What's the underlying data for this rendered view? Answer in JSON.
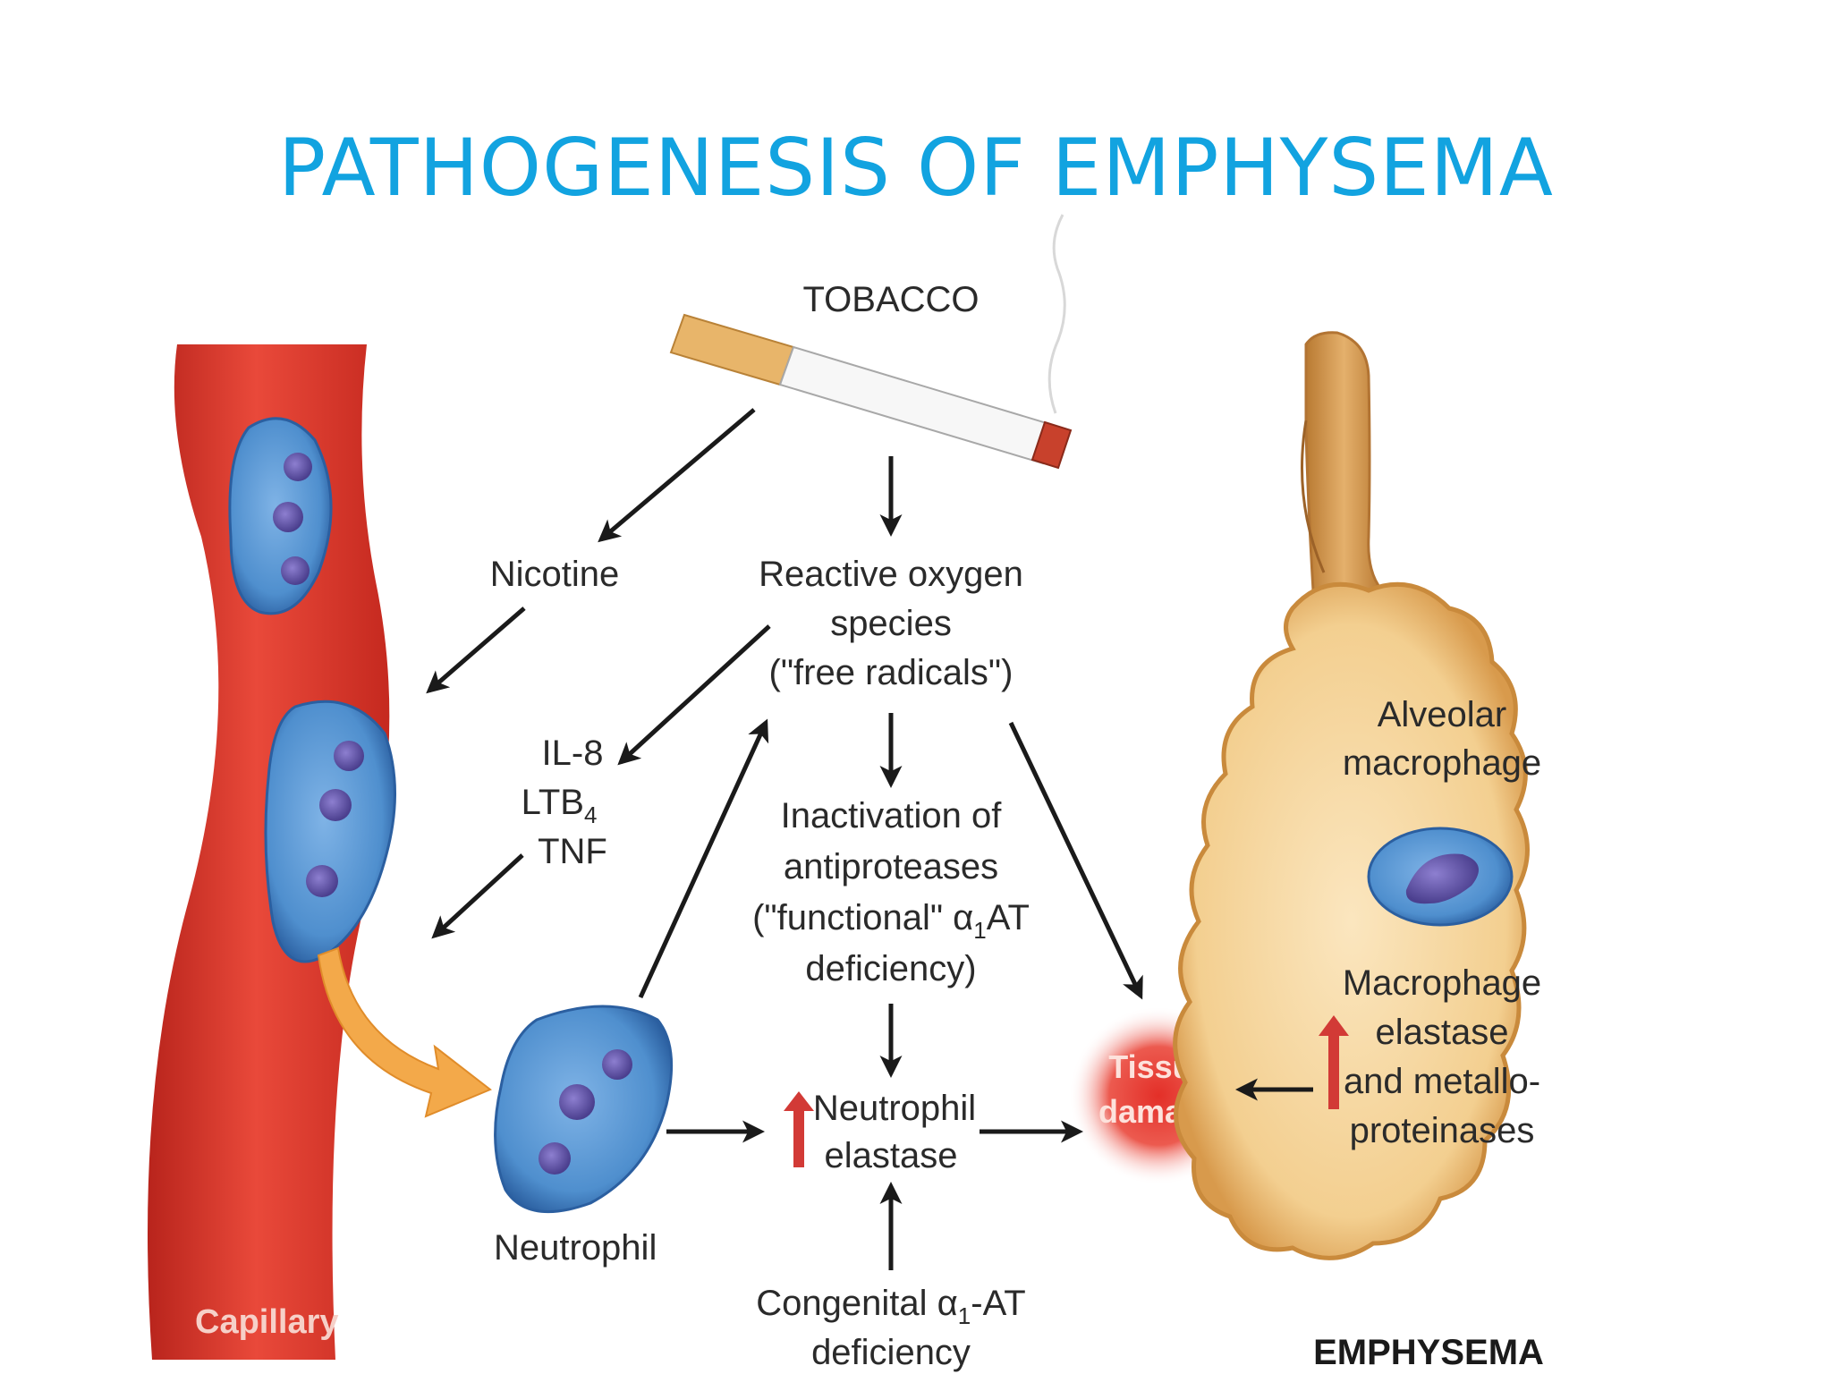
{
  "slide": {
    "title": "PATHOGENESIS OF EMPHYSEMA"
  },
  "diagram": {
    "tobacco": "TOBACCO",
    "nicotine": "Nicotine",
    "ros": {
      "line1": "Reactive oxygen",
      "line2": "species",
      "line3": "(\"free radicals\")"
    },
    "mediators": {
      "il8": "IL-8",
      "ltb": "LTB",
      "ltb_sub": "4",
      "tnf": "TNF"
    },
    "inactivation": {
      "line1": "Inactivation of",
      "line2": "antiproteases",
      "line3_pre": "(\"functional\" α",
      "line3_sub": "1",
      "line3_post": "AT",
      "line4": "deficiency)"
    },
    "neutrophil_elastase": {
      "line1": "Neutrophil",
      "line2": "elastase"
    },
    "congenital": {
      "line1_pre": "Congenital α",
      "line1_sub": "1",
      "line1_post": "-AT",
      "line2": "deficiency"
    },
    "neutrophil": "Neutrophil",
    "capillary": "Capillary",
    "tissue_damage": {
      "line1": "Tissue",
      "line2": "damage"
    },
    "alveolar_macrophage": {
      "line1": "Alveolar",
      "line2": "macrophage"
    },
    "macrophage_elastase": {
      "line1": "Macrophage",
      "line2": "elastase",
      "line3": "and metallo-",
      "line4": "proteinases"
    },
    "emphysema": "EMPHYSEMA"
  },
  "colors": {
    "title": "#12a3e0",
    "capillary": "#d93a2b",
    "cell": "#4f8fce",
    "nucleus": "#5a4f9e",
    "alveolus": "#f6d7a0",
    "alveolus_outline": "#c98a3c",
    "tissue_damage": "#e8413a",
    "up_arrow": "#d23a36"
  }
}
